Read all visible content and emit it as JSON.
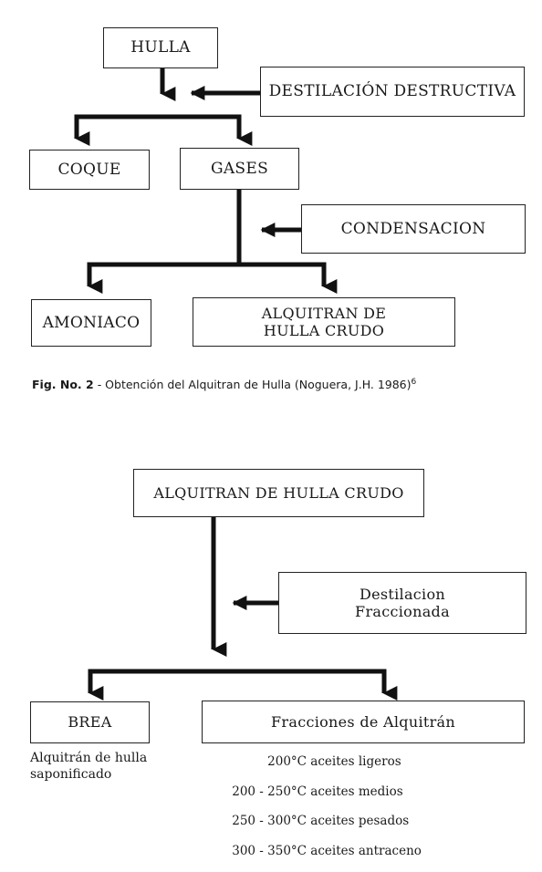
{
  "fig1": {
    "hulla": "HULLA",
    "destilacion": "DESTILACIÓN DESTRUCTIVA",
    "coque": "COQUE",
    "gases": "GASES",
    "condensacion": "CONDENSACION",
    "amoniaco": "AMONIACO",
    "alquitran_line1": "ALQUITRAN DE",
    "alquitran_line2": "HULLA CRUDO",
    "caption_label": "Fig. No. 2",
    "caption_text": " - Obtención del Alquitran de Hulla (Noguera, J.H. 1986)",
    "caption_ref": "6"
  },
  "fig2": {
    "crudo": "ALQUITRAN DE HULLA CRUDO",
    "destilacion_line1": "Destilacion",
    "destilacion_line2": "Fraccionada",
    "brea": "BREA",
    "fracciones": "Fracciones de Alquitrán",
    "brea_note_line1": "Alquitrán de hulla",
    "brea_note_line2": "saponificado",
    "fractions": [
      {
        "range": "200°C",
        "name": "aceites ligeros"
      },
      {
        "range": "200 - 250°C",
        "name": "aceites medios"
      },
      {
        "range": "250 - 300°C",
        "name": "aceites pesados"
      },
      {
        "range": "300 - 350°C",
        "name": "aceites antraceno"
      }
    ]
  }
}
